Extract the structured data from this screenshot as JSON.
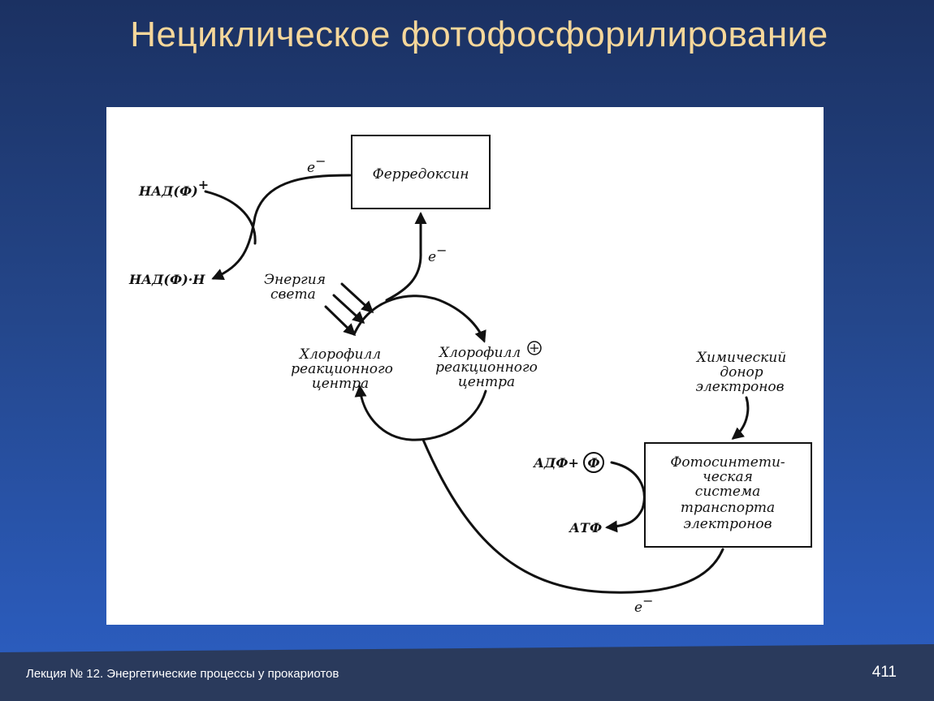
{
  "slide": {
    "title": "Нециклическое фотофосфорилирование",
    "footer": "Лекция № 12. Энергетические процессы у прокариотов",
    "page_number": "411"
  },
  "diagram": {
    "ferredoxin": "Ферредоксин",
    "nadp_plus": "НАД(Ф)",
    "nadp_plus_sup": "+",
    "nadph": "НАД(Ф)·Н",
    "electron": "e",
    "electron_sup": "−",
    "light_energy": [
      "Энергия",
      "света"
    ],
    "chlorophyll_left": [
      "Хлорофилл",
      "реакционного",
      "центра"
    ],
    "chlorophyll_right": [
      "Хлорофилл",
      "реакционного",
      "центра"
    ],
    "plus_circle": "+",
    "chemical_donor": [
      "Химический",
      "донор",
      "электронов"
    ],
    "transport_system": [
      "Фотосинтети-",
      "ческая",
      "система",
      "транспорта",
      "электронов"
    ],
    "adp": "АДФ+",
    "phosphate": "Ф",
    "atp": "АТФ"
  }
}
